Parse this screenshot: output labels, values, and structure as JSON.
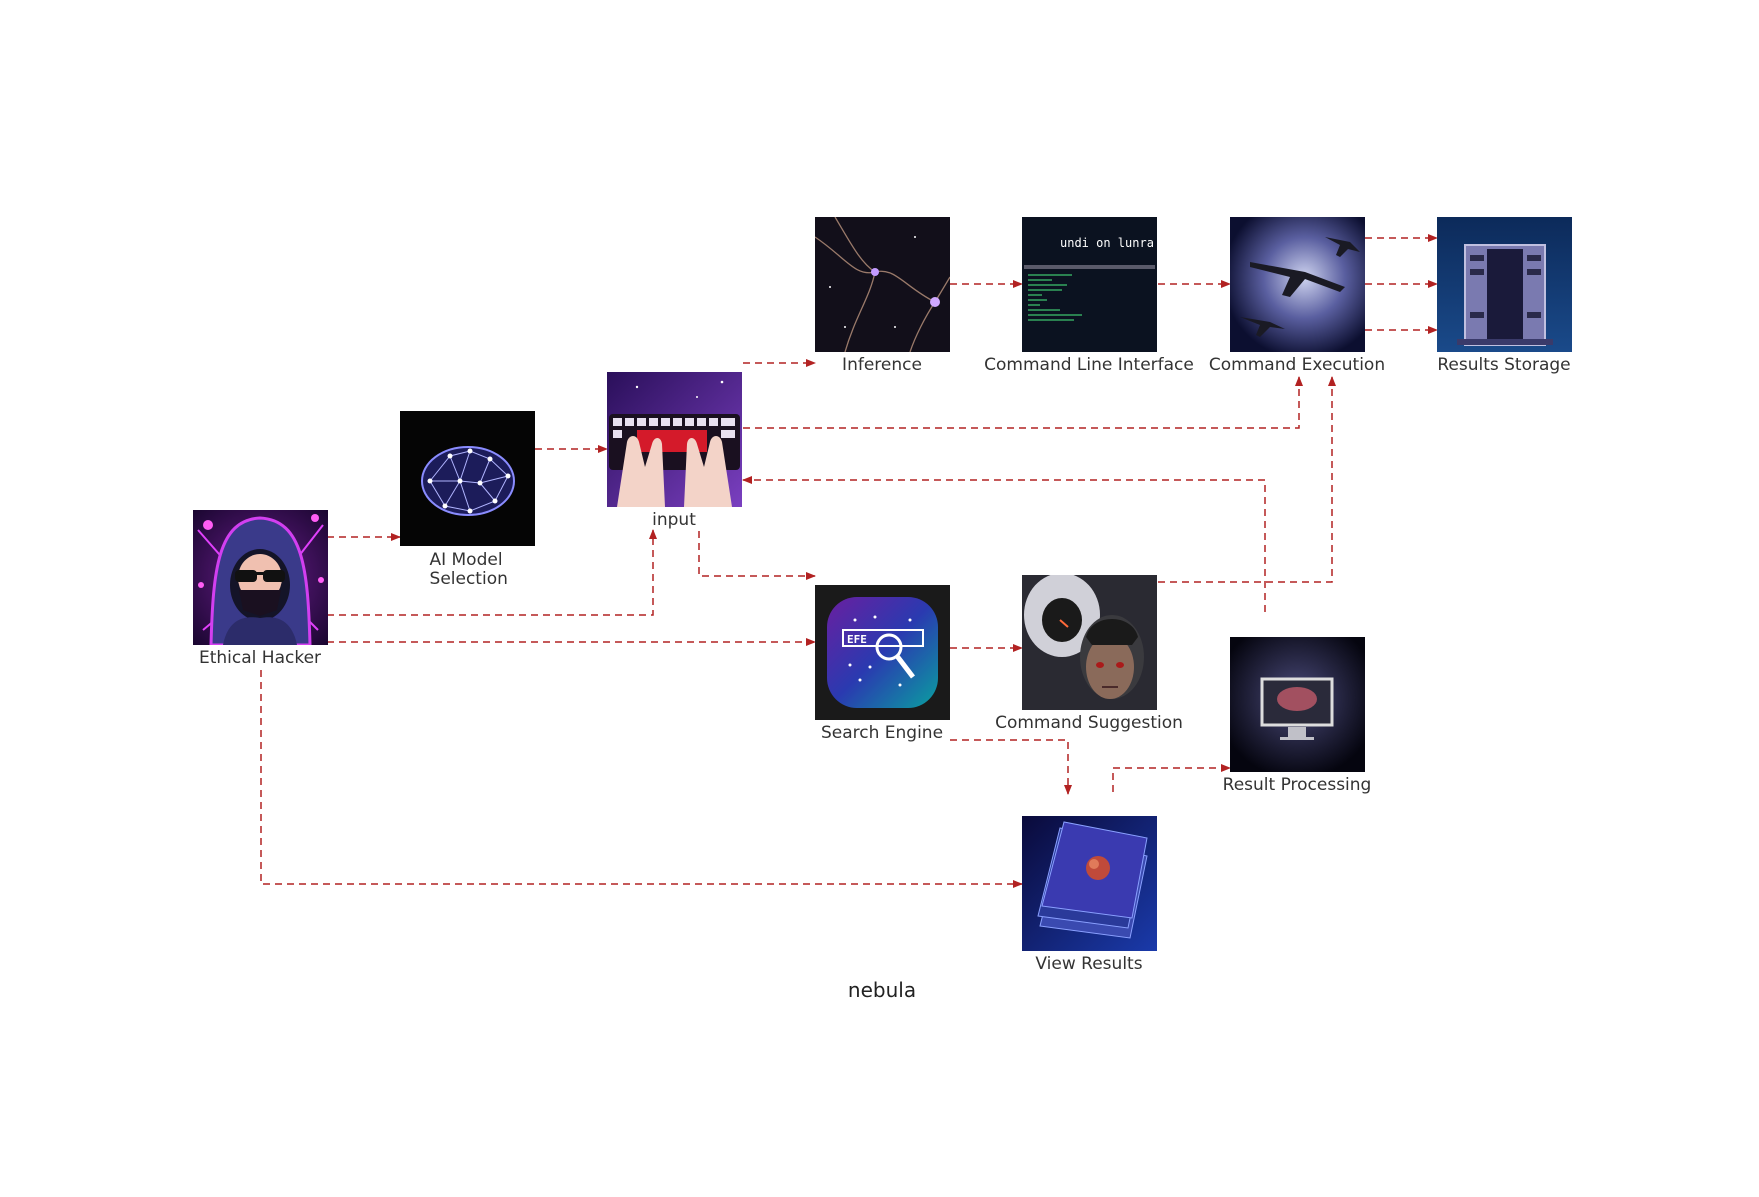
{
  "diagram": {
    "title": "nebula",
    "edge_color": "#b22222",
    "nodes": {
      "ethical_hacker": "Ethical Hacker",
      "ai_model_selection": "AI Model\nSelection",
      "input": "input",
      "inference": "Inference",
      "cli": "Command Line Interface",
      "command_execution": "Command Execution",
      "results_storage": "Results Storage",
      "search_engine": "Search Engine",
      "command_suggestion": "Command Suggestion",
      "result_processing": "Result Processing",
      "view_results": "View Results"
    },
    "cli_screen_text": "undi on lunra",
    "search_icon_text": "EFE"
  }
}
